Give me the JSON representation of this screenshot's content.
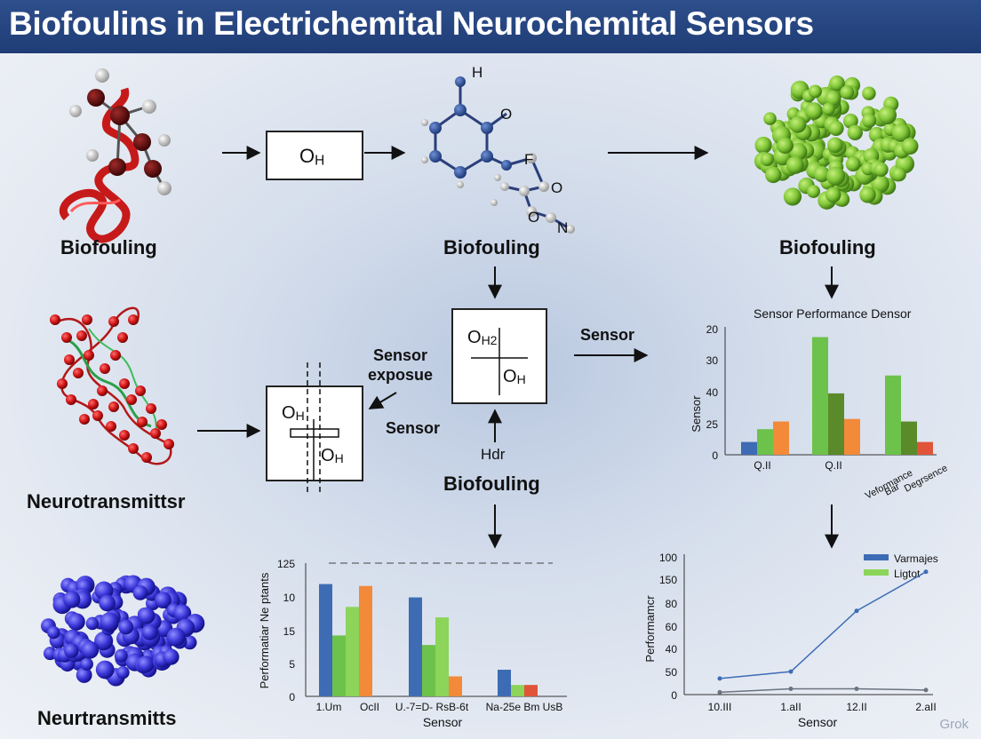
{
  "title": "Biofoulins in Electrichemital Neurochemital Sensors",
  "labels": {
    "biofouling_left": "Biofouling",
    "biofouling_center": "Biofouling",
    "biofouling_right": "Biofouling",
    "biofouling_middle": "Biofouling",
    "neurotransmitter_top": "Neurotransmittsr",
    "neurotransmitter_bottom": "Neurtransmitts",
    "sensor_exposure": "Sensor\nexposue",
    "sensor_left": "Sensor",
    "sensor_right": "Sensor",
    "hdr": "Hdr"
  },
  "boxes": {
    "oh_top": "OH",
    "center_oh2": "OH2",
    "center_oh": "OH",
    "left_oh_top": "OH",
    "left_oh_bottom": "OH"
  },
  "molecule_atoms": {
    "h": "H",
    "o1": "O",
    "f": "F",
    "o2": "O",
    "o3": "O",
    "n": "N"
  },
  "watermark": "Grok",
  "colors": {
    "title_bg": "#1f3c75",
    "blue": "#3d6cb5",
    "green": "#6cc24a",
    "dark_green": "#5a8a2a",
    "orange": "#f28a3a",
    "red": "#e0553a",
    "light_green": "#8cd45a"
  },
  "chart_data": [
    {
      "type": "bar",
      "title": "Sensor Performance Densor",
      "ylabel": "Sensor",
      "yticks": [
        "20",
        "30",
        "40",
        "25",
        "0"
      ],
      "categories": [
        "Q.II",
        "Q.II",
        "Veformance Bar Degrsence"
      ],
      "category_lines": [
        [
          "Q.II"
        ],
        [
          "Q.II"
        ],
        [
          "Veformance",
          "Bar",
          "Degrsence"
        ]
      ],
      "bars": [
        {
          "category": 0,
          "color": "blue",
          "value": 2.5
        },
        {
          "category": 0,
          "color": "green",
          "value": 5
        },
        {
          "category": 0,
          "color": "orange",
          "value": 6.5
        },
        {
          "category": 1,
          "color": "green",
          "value": 23
        },
        {
          "category": 1,
          "color": "dark_green",
          "value": 12
        },
        {
          "category": 1,
          "color": "orange",
          "value": 7
        },
        {
          "category": 2,
          "color": "green",
          "value": 15.5
        },
        {
          "category": 2,
          "color": "dark_green",
          "value": 6.5
        },
        {
          "category": 2,
          "color": "red",
          "value": 2.5
        }
      ],
      "ylim": [
        0,
        25
      ]
    },
    {
      "type": "bar",
      "ylabel": "Performatiar Ne ptants",
      "xlabel": "Sensor",
      "yticks": [
        "125",
        "10",
        "15",
        "5",
        "0"
      ],
      "categories": [
        "1.Um",
        "OcII",
        "U.-7=D- RsB-6t",
        "Na-25e Bm UsB"
      ],
      "bars": [
        {
          "category": 0,
          "color": "blue",
          "value": 11.8
        },
        {
          "category": 0,
          "color": "green",
          "value": 6.4
        },
        {
          "category": 0,
          "color": "light_green",
          "value": 9.4
        },
        {
          "category": 1,
          "color": "orange",
          "value": 11.6
        },
        {
          "category": 2,
          "color": "blue",
          "value": 10.4
        },
        {
          "category": 2,
          "color": "green",
          "value": 5.4
        },
        {
          "category": 2,
          "color": "light_green",
          "value": 8.3
        },
        {
          "category": 2,
          "color": "orange",
          "value": 2.1
        },
        {
          "category": 3,
          "color": "blue",
          "value": 2.8
        },
        {
          "category": 3,
          "color": "light_green",
          "value": 1.2
        },
        {
          "category": 3,
          "color": "red",
          "value": 1.2
        }
      ],
      "ylim": [
        0,
        14
      ]
    },
    {
      "type": "line",
      "ylabel": "Performamcr",
      "xlabel": "Sensor",
      "yticks": [
        "100",
        "150",
        "80",
        "60",
        "40",
        "50",
        "0"
      ],
      "xticks": [
        "10.III",
        "1.aII",
        "12.II",
        "2.aII"
      ],
      "legend": [
        "Varmajes",
        "Ligtot"
      ],
      "legend_colors": [
        "blue",
        "light_green"
      ],
      "series": [
        {
          "name": "Varmajes",
          "color": "blue",
          "x": [
            0,
            1,
            2,
            3
          ],
          "y": [
            14,
            20,
            73,
            107
          ]
        },
        {
          "name": "Ligtot",
          "color": "gray",
          "x": [
            0,
            1,
            2,
            3
          ],
          "y": [
            2,
            5,
            5,
            4
          ]
        }
      ],
      "ylim": [
        0,
        120
      ]
    }
  ]
}
